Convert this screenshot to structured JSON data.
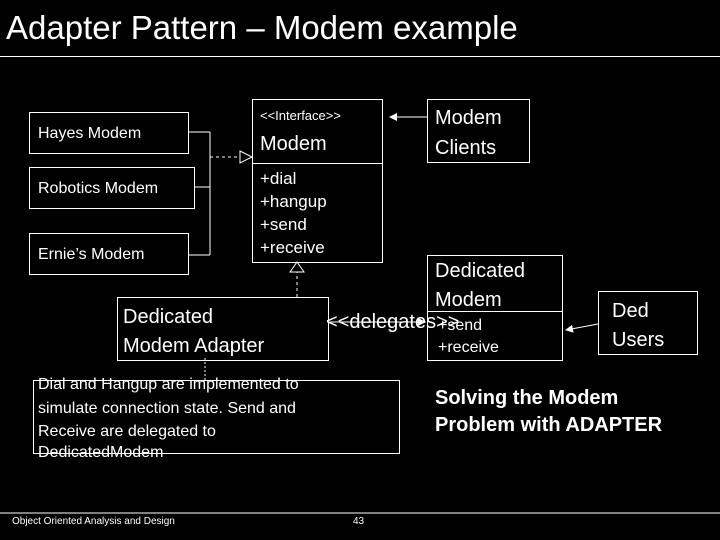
{
  "slide": {
    "title": "Adapter Pattern – Modem example",
    "footer_left": "Object Oriented Analysis and Design",
    "page_number": "43"
  },
  "diagram": {
    "modems": [
      "Hayes Modem",
      "Robotics Modem",
      "Ernie’s Modem"
    ],
    "modem_interface": {
      "stereotype": "<<Interface>>",
      "name": "Modem",
      "operations": [
        "+dial",
        "+hangup",
        "+send",
        "+receive"
      ]
    },
    "modem_clients": [
      "Modem",
      "Clients"
    ],
    "adapter": [
      "Dedicated",
      "Modem Adapter"
    ],
    "delegates_label": "<<delegates>>",
    "dedicated_modem": {
      "name_lines": [
        "Dedicated",
        "Modem"
      ],
      "operations": [
        "+send",
        "+receive"
      ]
    },
    "ded_users": [
      "Ded",
      "Users"
    ],
    "note_lines": [
      "Dial and Hangup are implemented to",
      "simulate connection state. Send and",
      "Receive are delegated to",
      "DedicatedModem"
    ],
    "caption_lines": [
      "Solving the Modem",
      "Problem with ADAPTER"
    ]
  }
}
